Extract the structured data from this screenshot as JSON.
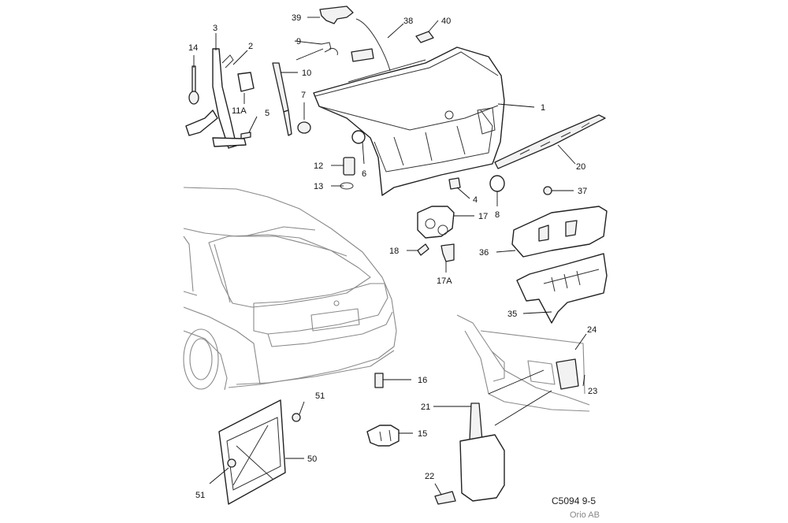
{
  "callouts": {
    "c1": "1",
    "c2": "2",
    "c3": "3",
    "c4": "4",
    "c5": "5",
    "c6": "6",
    "c7": "7",
    "c8": "8",
    "c9": "9",
    "c10": "10",
    "c11A": "11A",
    "c12": "12",
    "c13": "13",
    "c14": "14",
    "c15": "15",
    "c16": "16",
    "c17": "17",
    "c17A": "17A",
    "c18": "18",
    "c20": "20",
    "c21": "21",
    "c22": "22",
    "c23": "23",
    "c24": "24",
    "c35": "35",
    "c36": "36",
    "c37": "37",
    "c38": "38",
    "c39": "39",
    "c40": "40",
    "c50": "50",
    "c51a": "51",
    "c51b": "51"
  },
  "footer": {
    "diagram_ref": "C5094 9-5",
    "publisher": "Orio AB"
  },
  "colors": {
    "line": "#222222",
    "car_outline": "#8a8a8a",
    "background": "#ffffff"
  }
}
